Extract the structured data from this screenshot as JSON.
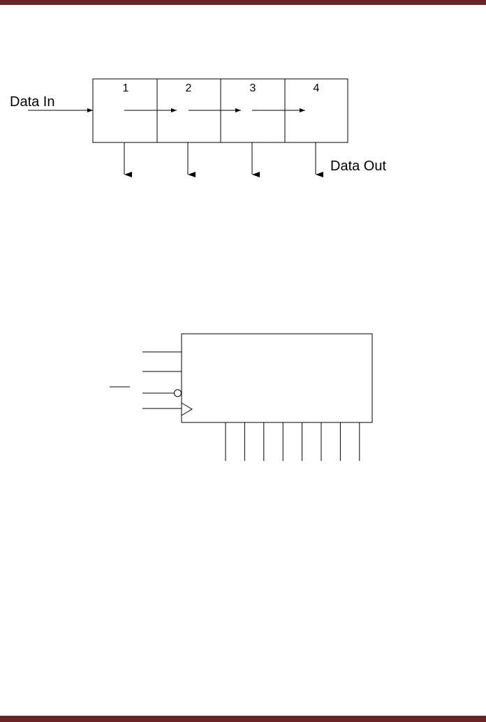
{
  "colors": {
    "page_bar": "#6b2424",
    "line": "#000000",
    "background": "#ffffff"
  },
  "shift_register_diagram": {
    "input_label": "Data In",
    "output_label": "Data Out",
    "stages": [
      {
        "number": "1"
      },
      {
        "number": "2"
      },
      {
        "number": "3"
      },
      {
        "number": "4"
      }
    ]
  },
  "register_block_diagram": {
    "input_line_count": 4,
    "output_line_count": 8
  }
}
